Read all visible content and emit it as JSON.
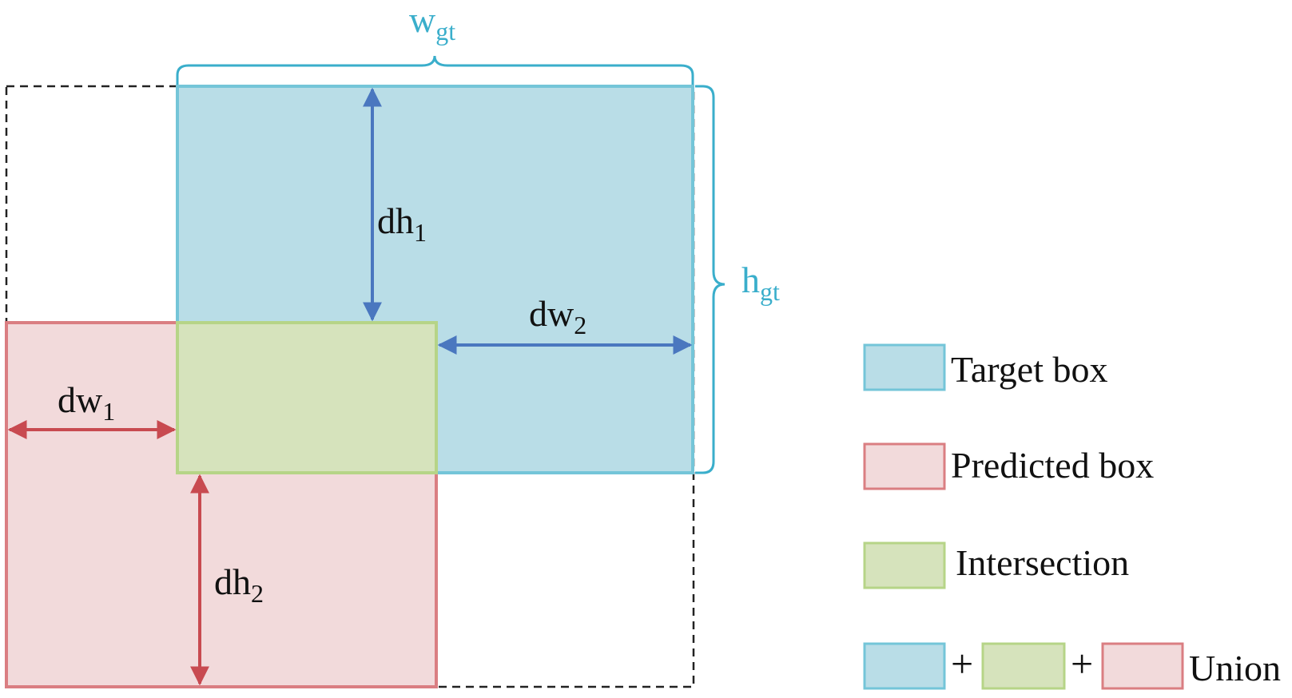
{
  "colors": {
    "target_fill": "#b9dde7",
    "target_stroke": "#74c5d8",
    "predicted_fill": "#f2dadb",
    "predicted_stroke": "#da7e82",
    "intersection_fill": "#d6e3bc",
    "intersection_stroke": "#b6d487",
    "blue_arrow": "#4a77bf",
    "red_arrow": "#c84a50",
    "brace": "#3aaecb",
    "union_dash": "#222222"
  },
  "labels": {
    "dh1": {
      "main": "dh",
      "sub": "1"
    },
    "dh2": {
      "main": "dh",
      "sub": "2"
    },
    "dw1": {
      "main": "dw",
      "sub": "1"
    },
    "dw2": {
      "main": "dw",
      "sub": "2"
    },
    "wgt": {
      "main": "w",
      "sub": "gt"
    },
    "hgt": {
      "main": "h",
      "sub": "gt"
    }
  },
  "legend": {
    "target": "Target box",
    "predicted": "Predicted box",
    "intersection": "Intersection",
    "plus1": "+",
    "plus2": "+",
    "union": "Union"
  }
}
